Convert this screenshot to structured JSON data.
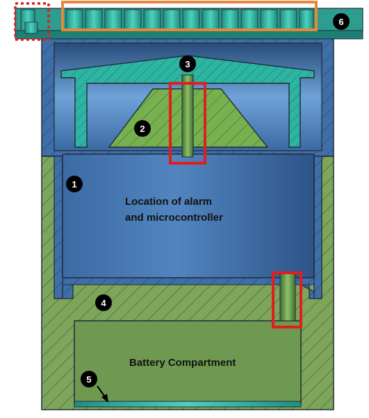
{
  "labels": {
    "alarm_line1": "Location of alarm",
    "alarm_line2": "and microcontroller",
    "battery": "Battery Compartment"
  },
  "callouts": [
    "1",
    "2",
    "3",
    "4",
    "5",
    "6"
  ],
  "colors": {
    "blue_housing": "#3F6EA8",
    "blue_chamber": "#3E6CA6",
    "green_base": "#7EA55C",
    "green_cone": "#76B04F",
    "teal_parts": "#2DB4A2",
    "battery_fill": "#6F9950",
    "highlight_red": "#E01E1E",
    "highlight_orange": "#E8883A",
    "outline": "#1F2A36",
    "callout_fill": "#000000"
  }
}
